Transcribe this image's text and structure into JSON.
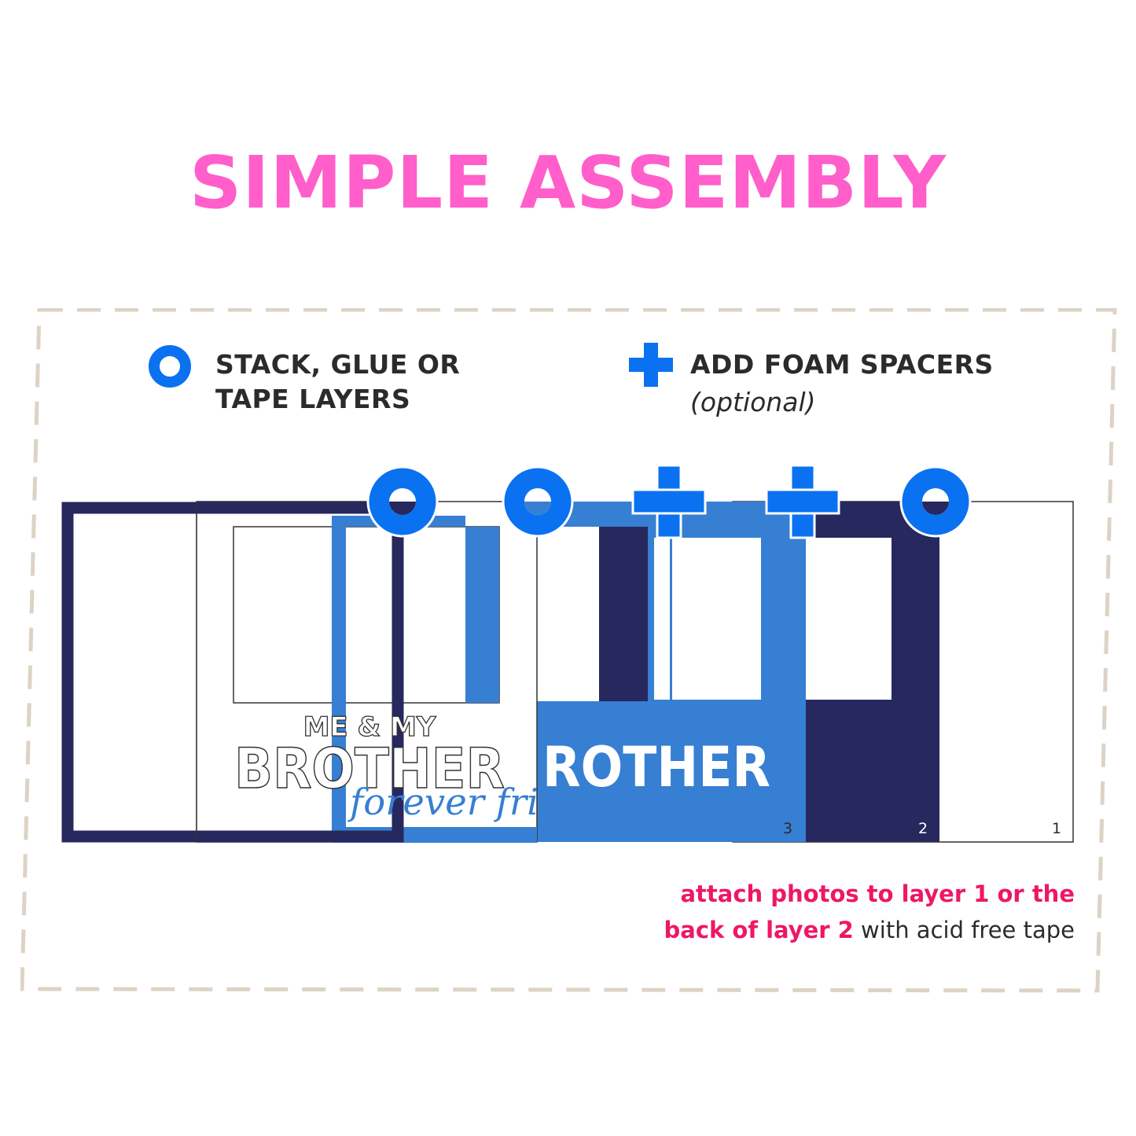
{
  "title": "SIMPLE ASSEMBLY",
  "legend": {
    "stack": {
      "icon": "ring-icon",
      "line1": "STACK, GLUE OR",
      "line2": "TAPE LAYERS"
    },
    "foam": {
      "icon": "plus-icon",
      "label": "ADD FOAM SPACERS",
      "sub": "(optional)"
    }
  },
  "layers": {
    "layer4_text_top": "ME & MY",
    "layer4_text_main": "BROTHER",
    "layer4_script": "forever fri",
    "layer3_text": "ROTHER",
    "layer3_num": "3",
    "layer2_num": "2",
    "layer1_num": "1"
  },
  "note": {
    "highlight1": "attach photos to layer 1 or the",
    "highlight2": "back of layer 2",
    "rest": " with acid free tape"
  },
  "colors": {
    "title": "#ff5ecb",
    "accent_blue": "#0a72f0",
    "mid_blue": "#367fd3",
    "navy": "#26285e",
    "note_pink": "#ee1766",
    "dash": "#ddd3c5"
  }
}
